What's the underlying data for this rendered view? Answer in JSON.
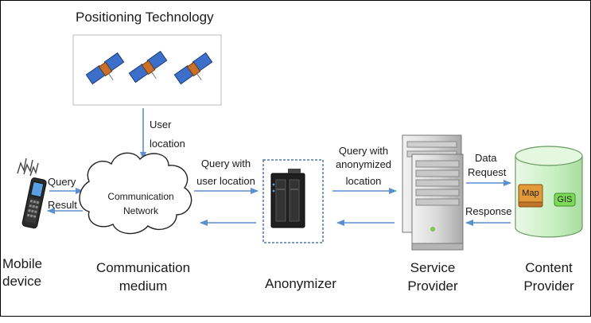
{
  "title": "Positioning Technology",
  "edge_labels": {
    "user_location": [
      "User",
      "location"
    ],
    "query": "Query",
    "result": "Result",
    "query_with_user_location": [
      "Query with",
      "user location"
    ],
    "query_with_anonymized_location": [
      "Query with",
      "anonymized",
      "location"
    ],
    "data_request": [
      "Data",
      "Request"
    ],
    "response": "Response"
  },
  "cloud_label": [
    "Communication",
    "Network"
  ],
  "database_items": {
    "map": "Map",
    "gis": "GIS"
  },
  "captions": {
    "mobile_device": [
      "Mobile",
      "device"
    ],
    "communication_medium": [
      "Communication",
      "medium"
    ],
    "anonymizer": "Anonymizer",
    "service_provider": [
      "Service",
      "Provider"
    ],
    "content_provider": [
      "Content",
      "Provider"
    ]
  },
  "colors": {
    "arrow": "#5b8fd0",
    "border": "#000000",
    "satellite_box_border": "#bcbcbc",
    "anonymizer_dashed_border": "#2f5f9e",
    "server_body": "#d6d6d6",
    "database_green": "#c6efc0",
    "gis_green": "#7ed957",
    "map_orange": "#e29a3a"
  },
  "icons": [
    "satellite-icon",
    "mobile-phone-icon",
    "signal-icon",
    "cloud-icon",
    "nas-device-icon",
    "server-icon",
    "database-icon",
    "map-icon",
    "gis-icon"
  ]
}
